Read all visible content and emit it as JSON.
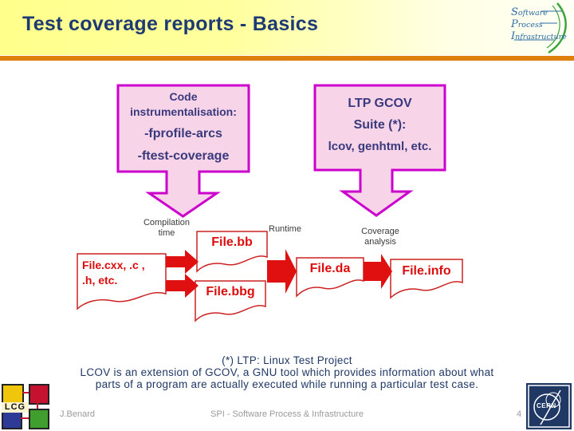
{
  "slide": {
    "title": "Test coverage reports - Basics"
  },
  "spi_logo": {
    "s_cap": "S",
    "s_rest": "oftware",
    "p_cap": "P",
    "p_rest": "rocess",
    "i_cap": "I",
    "i_rest": "nfrastructure"
  },
  "callouts": {
    "left": {
      "heading1": "Code",
      "heading2": "instrumentalisation:",
      "flag1": "-fprofile-arcs",
      "flag2": "-ftest-coverage"
    },
    "right": {
      "line1": "LTP GCOV",
      "line2": "Suite (*):",
      "line3": "lcov, genhtml, etc."
    }
  },
  "diagram": {
    "label_compilation_1": "Compilation",
    "label_compilation_2": "time",
    "label_runtime": "Runtime",
    "label_coverage_1": "Coverage",
    "label_coverage_2": "analysis",
    "file_source_1": "File.cxx, .c ,",
    "file_source_2": ".h, etc.",
    "file_bb": "File.bb",
    "file_bbg": "File.bbg",
    "file_da": "File.da",
    "file_info": "File.info"
  },
  "notes": {
    "line1": "(*) LTP: Linux Test Project",
    "line2": "LCOV is an extension of GCOV, a GNU tool which provides information about what",
    "line3": "parts of a program are actually executed while running a particular test case."
  },
  "footer": {
    "author": "J.Benard",
    "center": "SPI - Software Process & Infrastructure",
    "page": "4",
    "lcg_label": "LCG",
    "cern_label": "CERN"
  },
  "colors": {
    "title_navy": "#1E3A73",
    "header_yellow": "#FFFF8C",
    "divider_orange": "#DE7F0E",
    "callout_pink": "#F8D4E8",
    "callout_magenta": "#CC00CC",
    "callout_text": "#39397D",
    "diagram_red": "#E01010",
    "doc_border_red": "#CC2222",
    "notes_navy": "#1F3864",
    "footer_gray": "#9A9A9A"
  }
}
